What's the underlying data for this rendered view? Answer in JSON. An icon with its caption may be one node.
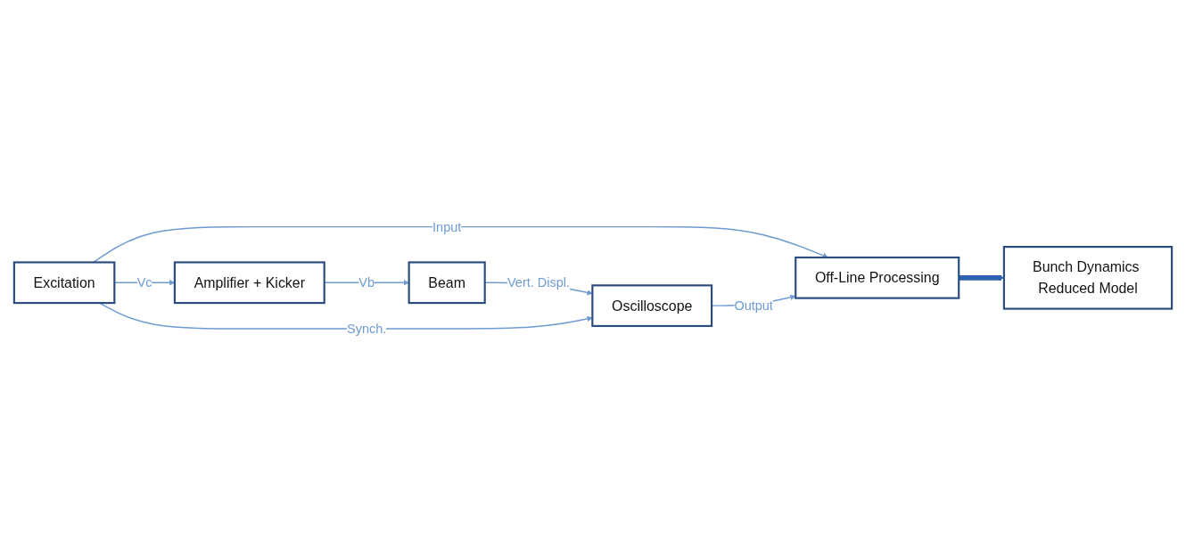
{
  "diagram": {
    "nodes": [
      {
        "text": [
          "Excitation"
        ]
      },
      {
        "text": [
          "Amplifier + Kicker"
        ]
      },
      {
        "text": [
          "Beam"
        ]
      },
      {
        "text": [
          "Oscilloscope"
        ]
      },
      {
        "text": [
          "Off-Line Processing"
        ]
      },
      {
        "text": [
          "Bunch Dynamics Reduced Model"
        ]
      }
    ],
    "edges": [
      {
        "from": 0,
        "to": 1,
        "arrow": "to",
        "label": "Vc"
      },
      {
        "from": 1,
        "to": 2,
        "arrow": "to",
        "label": "Vb"
      },
      {
        "from": 2,
        "to": 3,
        "arrow": "to",
        "label": "Vert. Displ."
      },
      {
        "from": 0,
        "to": 3,
        "arrow": "to",
        "label": "Synch."
      },
      {
        "from": 0,
        "to": 4,
        "arrow": "to",
        "label": "Input"
      },
      {
        "from": 3,
        "to": 4,
        "arrow": "to",
        "label": "Output"
      },
      {
        "from": 4,
        "to": 5,
        "arrow": "to",
        "style": "thick",
        "color": "#2f62b3"
      }
    ]
  }
}
